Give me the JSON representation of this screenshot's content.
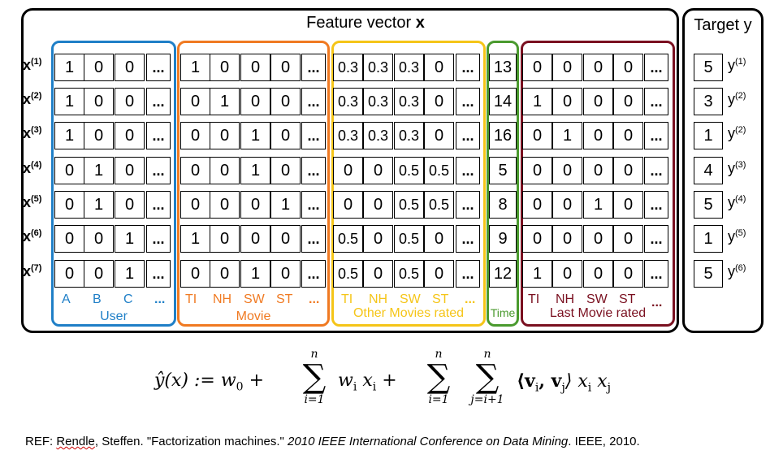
{
  "feature_title_prefix": "Feature vector ",
  "feature_title_bold": "x",
  "target_title": "Target y",
  "row_labels": [
    "(1)",
    "(2)",
    "(3)",
    "(4)",
    "(5)",
    "(6)",
    "(7)"
  ],
  "row_label_base": "x",
  "groups": {
    "user": {
      "label": "User",
      "sub": [
        "A",
        "B",
        "C",
        "..."
      ],
      "color": "#1f7fc7"
    },
    "movie": {
      "label": "Movie",
      "sub": [
        "TI",
        "NH",
        "SW",
        "ST",
        "..."
      ],
      "color": "#f07a22"
    },
    "other": {
      "label": "Other Movies rated",
      "sub": [
        "TI",
        "NH",
        "SW",
        "ST",
        "..."
      ],
      "color": "#f5c518"
    },
    "time": {
      "label": "Time",
      "color": "#4a9a2e"
    },
    "last": {
      "label": "Last Movie rated",
      "sub": [
        "TI",
        "NH",
        "SW",
        "ST",
        "..."
      ],
      "color": "#7a1020"
    }
  },
  "rows": [
    {
      "user": [
        "1",
        "0",
        "0",
        "..."
      ],
      "movie": [
        "1",
        "0",
        "0",
        "0",
        "..."
      ],
      "other": [
        "0.3",
        "0.3",
        "0.3",
        "0",
        "..."
      ],
      "time": "13",
      "last": [
        "0",
        "0",
        "0",
        "0",
        "..."
      ]
    },
    {
      "user": [
        "1",
        "0",
        "0",
        "..."
      ],
      "movie": [
        "0",
        "1",
        "0",
        "0",
        "..."
      ],
      "other": [
        "0.3",
        "0.3",
        "0.3",
        "0",
        "..."
      ],
      "time": "14",
      "last": [
        "1",
        "0",
        "0",
        "0",
        "..."
      ]
    },
    {
      "user": [
        "1",
        "0",
        "0",
        "..."
      ],
      "movie": [
        "0",
        "0",
        "1",
        "0",
        "..."
      ],
      "other": [
        "0.3",
        "0.3",
        "0.3",
        "0",
        "..."
      ],
      "time": "16",
      "last": [
        "0",
        "1",
        "0",
        "0",
        "..."
      ]
    },
    {
      "user": [
        "0",
        "1",
        "0",
        "..."
      ],
      "movie": [
        "0",
        "0",
        "1",
        "0",
        "..."
      ],
      "other": [
        "0",
        "0",
        "0.5",
        "0.5",
        "..."
      ],
      "time": "5",
      "last": [
        "0",
        "0",
        "0",
        "0",
        "..."
      ]
    },
    {
      "user": [
        "0",
        "1",
        "0",
        "..."
      ],
      "movie": [
        "0",
        "0",
        "0",
        "1",
        "..."
      ],
      "other": [
        "0",
        "0",
        "0.5",
        "0.5",
        "..."
      ],
      "time": "8",
      "last": [
        "0",
        "0",
        "1",
        "0",
        "..."
      ]
    },
    {
      "user": [
        "0",
        "0",
        "1",
        "..."
      ],
      "movie": [
        "1",
        "0",
        "0",
        "0",
        "..."
      ],
      "other": [
        "0.5",
        "0",
        "0.5",
        "0",
        "..."
      ],
      "time": "9",
      "last": [
        "0",
        "0",
        "0",
        "0",
        "..."
      ]
    },
    {
      "user": [
        "0",
        "0",
        "1",
        "..."
      ],
      "movie": [
        "0",
        "0",
        "1",
        "0",
        "..."
      ],
      "other": [
        "0.5",
        "0",
        "0.5",
        "0",
        "..."
      ],
      "time": "12",
      "last": [
        "1",
        "0",
        "0",
        "0",
        "..."
      ]
    }
  ],
  "targets": [
    {
      "value": "5",
      "label": "(1)"
    },
    {
      "value": "3",
      "label": "(2)"
    },
    {
      "value": "1",
      "label": "(2)"
    },
    {
      "value": "4",
      "label": "(3)"
    },
    {
      "value": "5",
      "label": "(4)"
    },
    {
      "value": "1",
      "label": "(5)"
    },
    {
      "value": "5",
      "label": "(6)"
    }
  ],
  "target_label_base": "y",
  "formula": {
    "lhs": "ŷ(x) := w",
    "w0_sub": "0",
    "plus1": " + ",
    "sum_top": "n",
    "sum1_bottom": "i=1",
    "term1": "w",
    "term1_sub": "i",
    "term1_x": " x",
    "term1_xsub": "i",
    "plus2": " + ",
    "sum2_bottom": "i=1",
    "sum3_bottom": "j=i+1",
    "inner": "⟨v",
    "inner_sub_i": "i",
    "inner_mid": ", v",
    "inner_sub_j": "j",
    "inner_end": "⟩ x",
    "x_sub_i": "i",
    "x_j": " x",
    "x_sub_j": "j",
    "sigma": "∑"
  },
  "reference": {
    "prefix": "REF: ",
    "author_underlined": "Rendle",
    "after_author": ", Steffen. \"Factorization machines.\" ",
    "venue_italic": "2010 IEEE International Conference on Data Mining",
    "suffix": ". IEEE, 2010."
  }
}
